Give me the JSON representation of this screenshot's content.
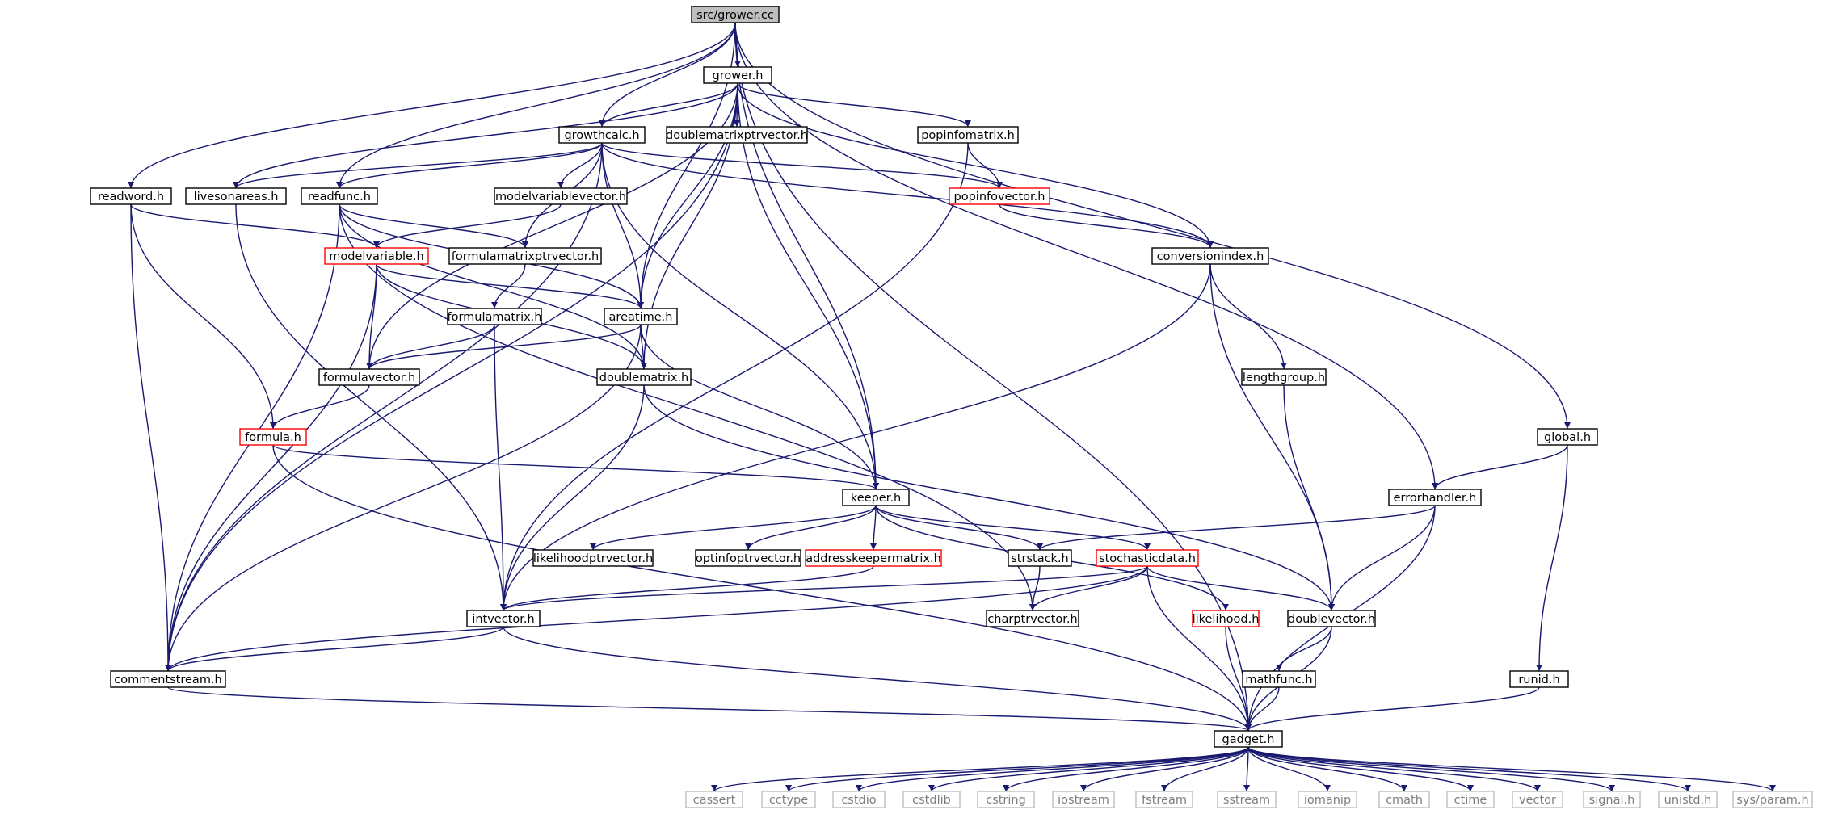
{
  "colors": {
    "edge": "#191970",
    "root_fill": "#bfbfbf",
    "truncated_border": "#ff0000",
    "system_border": "#bfbfbf",
    "system_text": "#7f7f7f"
  },
  "nodes": [
    {
      "id": "grower_cc",
      "label": "src/grower.cc",
      "style": "root"
    },
    {
      "id": "grower_h",
      "label": "grower.h",
      "style": "normal"
    },
    {
      "id": "growthcalc_h",
      "label": "growthcalc.h",
      "style": "normal"
    },
    {
      "id": "doublematrixptrvector_h",
      "label": "doublematrixptrvector.h",
      "style": "normal"
    },
    {
      "id": "popinfomatrix_h",
      "label": "popinfomatrix.h",
      "style": "normal"
    },
    {
      "id": "readword_h",
      "label": "readword.h",
      "style": "normal"
    },
    {
      "id": "livesonareas_h",
      "label": "livesonareas.h",
      "style": "normal"
    },
    {
      "id": "readfunc_h",
      "label": "readfunc.h",
      "style": "normal"
    },
    {
      "id": "modelvariablevector_h",
      "label": "modelvariablevector.h",
      "style": "normal"
    },
    {
      "id": "popinfovector_h",
      "label": "popinfovector.h",
      "style": "truncated"
    },
    {
      "id": "modelvariable_h",
      "label": "modelvariable.h",
      "style": "truncated"
    },
    {
      "id": "formulamatrixptrvector_h",
      "label": "formulamatrixptrvector.h",
      "style": "normal"
    },
    {
      "id": "conversionindex_h",
      "label": "conversionindex.h",
      "style": "normal"
    },
    {
      "id": "formulamatrix_h",
      "label": "formulamatrix.h",
      "style": "normal"
    },
    {
      "id": "areatime_h",
      "label": "areatime.h",
      "style": "normal"
    },
    {
      "id": "formulavector_h",
      "label": "formulavector.h",
      "style": "normal"
    },
    {
      "id": "doublematrix_h",
      "label": "doublematrix.h",
      "style": "normal"
    },
    {
      "id": "lengthgroup_h",
      "label": "lengthgroup.h",
      "style": "normal"
    },
    {
      "id": "formula_h",
      "label": "formula.h",
      "style": "truncated"
    },
    {
      "id": "global_h",
      "label": "global.h",
      "style": "normal"
    },
    {
      "id": "keeper_h",
      "label": "keeper.h",
      "style": "normal"
    },
    {
      "id": "errorhandler_h",
      "label": "errorhandler.h",
      "style": "normal"
    },
    {
      "id": "likelihoodptrvector_h",
      "label": "likelihoodptrvector.h",
      "style": "normal"
    },
    {
      "id": "optinfoptrvector_h",
      "label": "optinfoptrvector.h",
      "style": "normal"
    },
    {
      "id": "addresskeepermatrix_h",
      "label": "addresskeepermatrix.h",
      "style": "truncated"
    },
    {
      "id": "strstack_h",
      "label": "strstack.h",
      "style": "normal"
    },
    {
      "id": "stochasticdata_h",
      "label": "stochasticdata.h",
      "style": "truncated"
    },
    {
      "id": "intvector_h",
      "label": "intvector.h",
      "style": "normal"
    },
    {
      "id": "charptrvector_h",
      "label": "charptrvector.h",
      "style": "normal"
    },
    {
      "id": "likelihood_h",
      "label": "likelihood.h",
      "style": "truncated"
    },
    {
      "id": "doublevector_h",
      "label": "doublevector.h",
      "style": "normal"
    },
    {
      "id": "commentstream_h",
      "label": "commentstream.h",
      "style": "normal"
    },
    {
      "id": "mathfunc_h",
      "label": "mathfunc.h",
      "style": "normal"
    },
    {
      "id": "runid_h",
      "label": "runid.h",
      "style": "normal"
    },
    {
      "id": "gadget_h",
      "label": "gadget.h",
      "style": "normal"
    },
    {
      "id": "cassert",
      "label": "cassert",
      "style": "system"
    },
    {
      "id": "cctype",
      "label": "cctype",
      "style": "system"
    },
    {
      "id": "cstdio",
      "label": "cstdio",
      "style": "system"
    },
    {
      "id": "cstdlib",
      "label": "cstdlib",
      "style": "system"
    },
    {
      "id": "cstring",
      "label": "cstring",
      "style": "system"
    },
    {
      "id": "iostream",
      "label": "iostream",
      "style": "system"
    },
    {
      "id": "fstream",
      "label": "fstream",
      "style": "system"
    },
    {
      "id": "sstream",
      "label": "sstream",
      "style": "system"
    },
    {
      "id": "iomanip",
      "label": "iomanip",
      "style": "system"
    },
    {
      "id": "cmath",
      "label": "cmath",
      "style": "system"
    },
    {
      "id": "ctime",
      "label": "ctime",
      "style": "system"
    },
    {
      "id": "vector",
      "label": "vector",
      "style": "system"
    },
    {
      "id": "signal_h",
      "label": "signal.h",
      "style": "system"
    },
    {
      "id": "unistd_h",
      "label": "unistd.h",
      "style": "system"
    },
    {
      "id": "sys_param_h",
      "label": "sys/param.h",
      "style": "system"
    }
  ],
  "edges": [
    [
      "grower_cc",
      "grower_h"
    ],
    [
      "grower_cc",
      "growthcalc_h"
    ],
    [
      "grower_cc",
      "readword_h"
    ],
    [
      "grower_cc",
      "readfunc_h"
    ],
    [
      "grower_cc",
      "areatime_h"
    ],
    [
      "grower_cc",
      "keeper_h"
    ],
    [
      "grower_cc",
      "errorhandler_h"
    ],
    [
      "grower_cc",
      "global_h"
    ],
    [
      "grower_cc",
      "gadget_h"
    ],
    [
      "grower_h",
      "growthcalc_h"
    ],
    [
      "grower_h",
      "doublematrixptrvector_h"
    ],
    [
      "grower_h",
      "popinfomatrix_h"
    ],
    [
      "grower_h",
      "livesonareas_h"
    ],
    [
      "grower_h",
      "conversionindex_h"
    ],
    [
      "grower_h",
      "commentstream_h"
    ],
    [
      "grower_h",
      "formulavector_h"
    ],
    [
      "grower_h",
      "areatime_h"
    ],
    [
      "grower_h",
      "keeper_h"
    ],
    [
      "grower_h",
      "doublematrix_h"
    ],
    [
      "growthcalc_h",
      "livesonareas_h"
    ],
    [
      "growthcalc_h",
      "readfunc_h"
    ],
    [
      "growthcalc_h",
      "modelvariablevector_h"
    ],
    [
      "growthcalc_h",
      "popinfovector_h"
    ],
    [
      "growthcalc_h",
      "formulamatrixptrvector_h"
    ],
    [
      "growthcalc_h",
      "conversionindex_h"
    ],
    [
      "growthcalc_h",
      "areatime_h"
    ],
    [
      "growthcalc_h",
      "keeper_h"
    ],
    [
      "growthcalc_h",
      "commentstream_h"
    ],
    [
      "popinfomatrix_h",
      "popinfovector_h"
    ],
    [
      "popinfomatrix_h",
      "intvector_h"
    ],
    [
      "readword_h",
      "modelvariable_h"
    ],
    [
      "readword_h",
      "formula_h"
    ],
    [
      "readword_h",
      "commentstream_h"
    ],
    [
      "livesonareas_h",
      "intvector_h"
    ],
    [
      "readfunc_h",
      "formulamatrixptrvector_h"
    ],
    [
      "readfunc_h",
      "areatime_h"
    ],
    [
      "readfunc_h",
      "doublematrix_h"
    ],
    [
      "readfunc_h",
      "charptrvector_h"
    ],
    [
      "readfunc_h",
      "commentstream_h"
    ],
    [
      "modelvariablevector_h",
      "modelvariable_h"
    ],
    [
      "popinfovector_h",
      "conversionindex_h"
    ],
    [
      "modelvariable_h",
      "formulavector_h"
    ],
    [
      "modelvariable_h",
      "areatime_h"
    ],
    [
      "modelvariable_h",
      "doublematrix_h"
    ],
    [
      "modelvariable_h",
      "commentstream_h"
    ],
    [
      "formulamatrixptrvector_h",
      "formulamatrix_h"
    ],
    [
      "conversionindex_h",
      "lengthgroup_h"
    ],
    [
      "conversionindex_h",
      "doublevector_h"
    ],
    [
      "conversionindex_h",
      "intvector_h"
    ],
    [
      "formulamatrix_h",
      "formulavector_h"
    ],
    [
      "formulamatrix_h",
      "intvector_h"
    ],
    [
      "areatime_h",
      "formulavector_h"
    ],
    [
      "areatime_h",
      "doublematrix_h"
    ],
    [
      "areatime_h",
      "keeper_h"
    ],
    [
      "areatime_h",
      "commentstream_h"
    ],
    [
      "formulavector_h",
      "formula_h"
    ],
    [
      "doublematrix_h",
      "intvector_h"
    ],
    [
      "doublematrix_h",
      "doublevector_h"
    ],
    [
      "lengthgroup_h",
      "doublevector_h"
    ],
    [
      "formula_h",
      "keeper_h"
    ],
    [
      "formula_h",
      "gadget_h"
    ],
    [
      "global_h",
      "errorhandler_h"
    ],
    [
      "global_h",
      "runid_h"
    ],
    [
      "keeper_h",
      "likelihoodptrvector_h"
    ],
    [
      "keeper_h",
      "optinfoptrvector_h"
    ],
    [
      "keeper_h",
      "addresskeepermatrix_h"
    ],
    [
      "keeper_h",
      "strstack_h"
    ],
    [
      "keeper_h",
      "stochasticdata_h"
    ],
    [
      "keeper_h",
      "likelihood_h"
    ],
    [
      "errorhandler_h",
      "strstack_h"
    ],
    [
      "errorhandler_h",
      "doublevector_h"
    ],
    [
      "errorhandler_h",
      "gadget_h"
    ],
    [
      "addresskeepermatrix_h",
      "intvector_h"
    ],
    [
      "strstack_h",
      "charptrvector_h"
    ],
    [
      "stochasticdata_h",
      "intvector_h"
    ],
    [
      "stochasticdata_h",
      "charptrvector_h"
    ],
    [
      "stochasticdata_h",
      "doublevector_h"
    ],
    [
      "stochasticdata_h",
      "commentstream_h"
    ],
    [
      "stochasticdata_h",
      "gadget_h"
    ],
    [
      "intvector_h",
      "commentstream_h"
    ],
    [
      "intvector_h",
      "gadget_h"
    ],
    [
      "likelihood_h",
      "gadget_h"
    ],
    [
      "doublevector_h",
      "mathfunc_h"
    ],
    [
      "doublevector_h",
      "gadget_h"
    ],
    [
      "commentstream_h",
      "gadget_h"
    ],
    [
      "mathfunc_h",
      "gadget_h"
    ],
    [
      "runid_h",
      "gadget_h"
    ],
    [
      "gadget_h",
      "cassert"
    ],
    [
      "gadget_h",
      "cctype"
    ],
    [
      "gadget_h",
      "cstdio"
    ],
    [
      "gadget_h",
      "cstdlib"
    ],
    [
      "gadget_h",
      "cstring"
    ],
    [
      "gadget_h",
      "iostream"
    ],
    [
      "gadget_h",
      "fstream"
    ],
    [
      "gadget_h",
      "sstream"
    ],
    [
      "gadget_h",
      "iomanip"
    ],
    [
      "gadget_h",
      "cmath"
    ],
    [
      "gadget_h",
      "ctime"
    ],
    [
      "gadget_h",
      "vector"
    ],
    [
      "gadget_h",
      "signal_h"
    ],
    [
      "gadget_h",
      "unistd_h"
    ],
    [
      "gadget_h",
      "sys_param_h"
    ]
  ]
}
